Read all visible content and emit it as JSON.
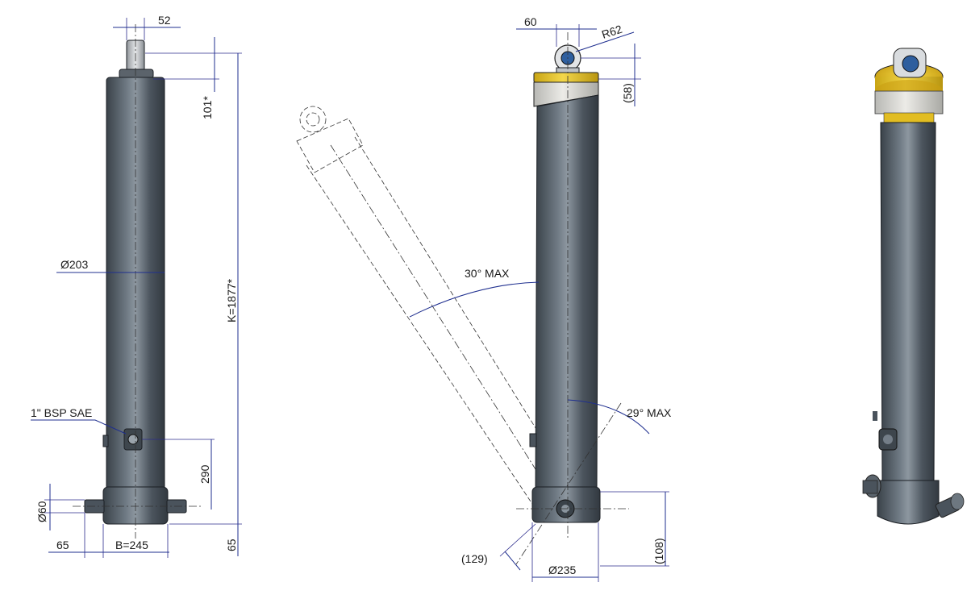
{
  "labels": {
    "rod_width": "52",
    "top_length": "101*",
    "body_diameter": "Ø203",
    "total_length": "K=1877*",
    "port": "1\" BSP SAE",
    "port_height": "290",
    "trunnion_diameter": "Ø60",
    "offset_65_h": "65",
    "base_width": "B=245",
    "offset_65_v": "65",
    "eye_width": "60",
    "eye_radius": "R62",
    "eye_height": "(58)",
    "tilt_max": "30° MAX",
    "swing_max": "29° MAX",
    "base_offset": "(129)",
    "base_diameter": "Ø235",
    "base_height": "(108)"
  },
  "colors": {
    "cylinder_body": "#4a535c",
    "cylinder_highlight": "#8a949d",
    "collar_yellow": "#e6c42a",
    "collar_band": "#d9d9d6",
    "dimension_line": "#1f2f8f"
  }
}
